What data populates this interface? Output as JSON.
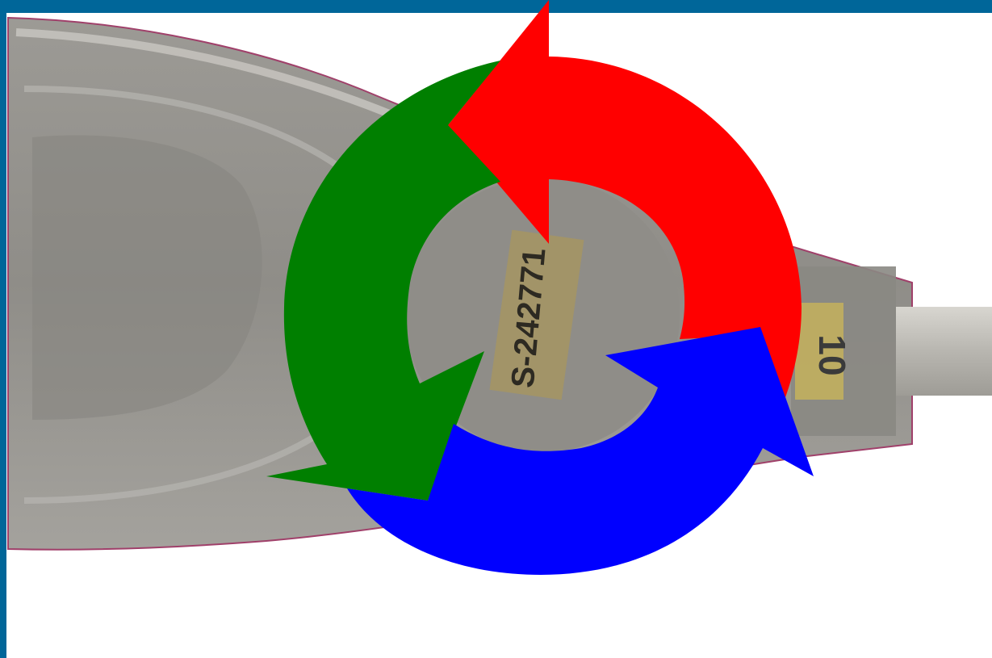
{
  "colors": {
    "frame": "#006699",
    "background": "#ffffff",
    "arrow_red": "#ff0000",
    "arrow_green": "#007f00",
    "arrow_blue": "#0000ff"
  },
  "photo": {
    "subject_icon": "lamp-fixture-photo",
    "printed_code": "S-242771",
    "side_mark": "10"
  },
  "diagram": {
    "icon": "cycle-arrows-icon",
    "arrows": [
      {
        "name": "red-arrow",
        "color": "#ff0000"
      },
      {
        "name": "green-arrow",
        "color": "#007f00"
      },
      {
        "name": "blue-arrow",
        "color": "#0000ff"
      }
    ]
  }
}
